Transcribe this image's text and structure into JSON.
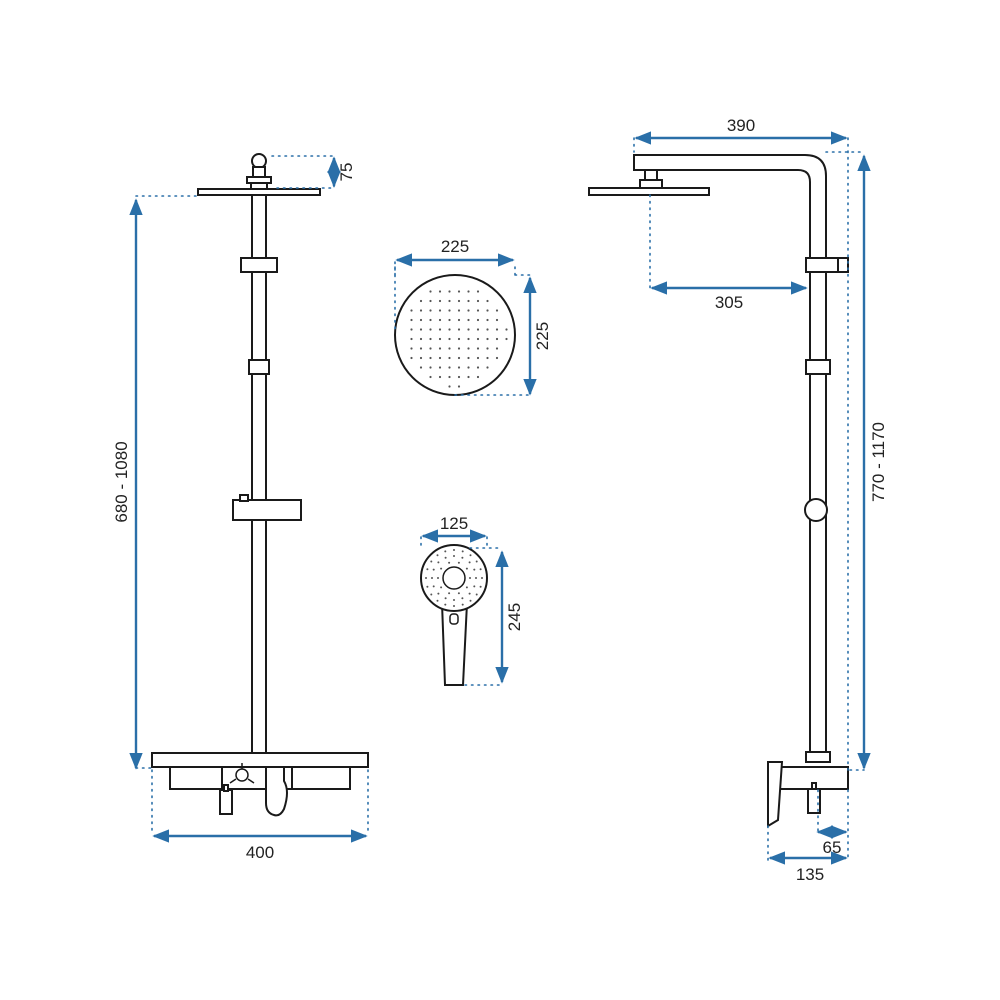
{
  "colors": {
    "dimension_line": "#2a6fa8",
    "outline": "#1a1a1a",
    "background": "#ffffff"
  },
  "dimensions": {
    "head_height": "75",
    "column_height_front": "680 - 1080",
    "base_width": "400",
    "head_width": "225",
    "head_depth": "225",
    "hand_width": "125",
    "hand_height": "245",
    "arm_reach": "390",
    "arm_offset": "305",
    "column_height_side": "770 - 1170",
    "mixer_depth_small": "65",
    "mixer_depth_large": "135"
  }
}
